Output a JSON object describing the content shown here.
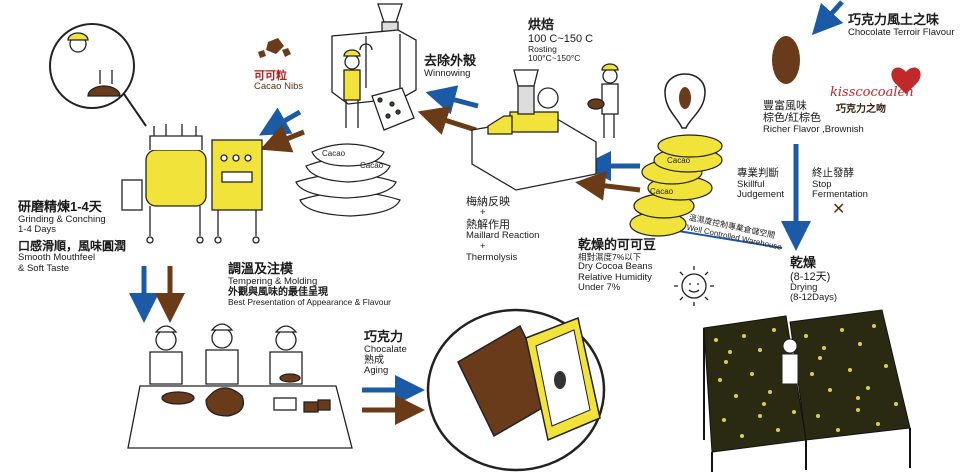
{
  "steps": {
    "terroir": {
      "zh": "巧克力風土之味",
      "en": "Chocolate Terroir Flavour"
    },
    "brand": {
      "logo_text": "kisscocoalen",
      "zh": "巧克力之吻"
    },
    "richer": {
      "zh1": "豐富風味",
      "zh2": "棕色/紅棕色",
      "en": "Richer Flavor ,Brownish"
    },
    "judgement": {
      "zh": "專業判斷",
      "en1": "Skillful",
      "en2": "Judgement"
    },
    "stop_ferment": {
      "zh": "終止發酵",
      "en1": "Stop",
      "en2": "Fermentation",
      "mark": "✕"
    },
    "drying": {
      "zh1": "乾燥",
      "zh2": "(8-12天)",
      "en1": "Drying",
      "en2": "(8-12Days)"
    },
    "warehouse": {
      "zh": "溫濕度控制專業倉儲空間",
      "en": "Well Controlled Warehouse"
    },
    "dry_beans": {
      "zh": "乾燥的可可豆",
      "zh_sub": "相對濕度7%以下",
      "en1": "Dry Cocoa Beans",
      "en2": "Relative Humidity",
      "en3": "Under 7%"
    },
    "maillard": {
      "zh1": "梅納反映",
      "plus1": "+",
      "zh2": "熱解作用",
      "en1": "Maillard Reaction",
      "plus2": "+",
      "en2": "Thermolysis"
    },
    "roasting": {
      "zh": "烘焙",
      "temp": "100 C~150 C",
      "en": "Rosting",
      "en_temp": "100°C~150°C"
    },
    "winnowing": {
      "zh": "去除外殼",
      "en": "Winnowing"
    },
    "nibs": {
      "zh": "可可粒",
      "en": "Cacao Nibs"
    },
    "grinding": {
      "zh": "研磨精煉1-4天",
      "en1": "Grinding & Conching",
      "en2": "1-4 Days",
      "zh2": "口感滑順，風味圓潤",
      "en3": "Smooth Mouthfeel",
      "en4": "& Soft Taste"
    },
    "tempering": {
      "zh": "調溫及注模",
      "en": "Tempering & Molding",
      "zh2": "外觀與風味的最佳呈現",
      "en2": "Best Presentation of Appearance & Flavour"
    },
    "aging": {
      "zh": "巧克力",
      "en1": "Chocalate",
      "zh2": "熟成",
      "en2": "Aging"
    }
  },
  "sack_label": "Cacao",
  "pod_label": "Cacao",
  "colors": {
    "blue": "#1a5aa6",
    "brown": "#6b3a17",
    "yellow": "#f2e33a",
    "cocoa": "#6a3b1a",
    "red": "#c0282a"
  }
}
